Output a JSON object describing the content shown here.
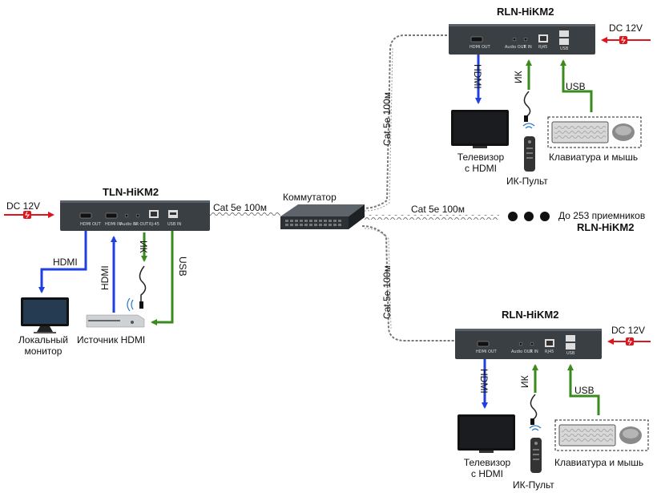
{
  "transmitter": {
    "name": "TLN-HiKM2",
    "ports": [
      "HDMI OUT",
      "HDMI IN",
      "Audio IN",
      "IR OUT",
      "RJ-45",
      "USB IN"
    ]
  },
  "receiver": {
    "name": "RLN-HiKM2",
    "ports": [
      "HDMI OUT",
      "Audio OUT",
      "IR IN",
      "RJ45",
      "USB"
    ]
  },
  "labels": {
    "dc": "DC 12V",
    "hdmi": "HDMI",
    "usb": "USB",
    "ir": "ИК",
    "cable": "Cat 5e 100м",
    "switch": "Коммутатор",
    "local_monitor_1": "Локальный",
    "local_monitor_2": "монитор",
    "hdmi_source": "Источник HDMI",
    "tv_1": "Телевизор",
    "tv_2": "с HDMI",
    "ir_remote": "ИК-Пульт",
    "kbd_mouse": "Клавиатура и мышь",
    "more_receivers": "До 253 приемников",
    "more_receivers_model": "RLN-HiKM2"
  },
  "colors": {
    "hdmi_arrow": "#1f3fe0",
    "ir_usb_arrow": "#3a8a1c",
    "power_arrow": "#e0141b",
    "device_body": "#3a3f44"
  }
}
